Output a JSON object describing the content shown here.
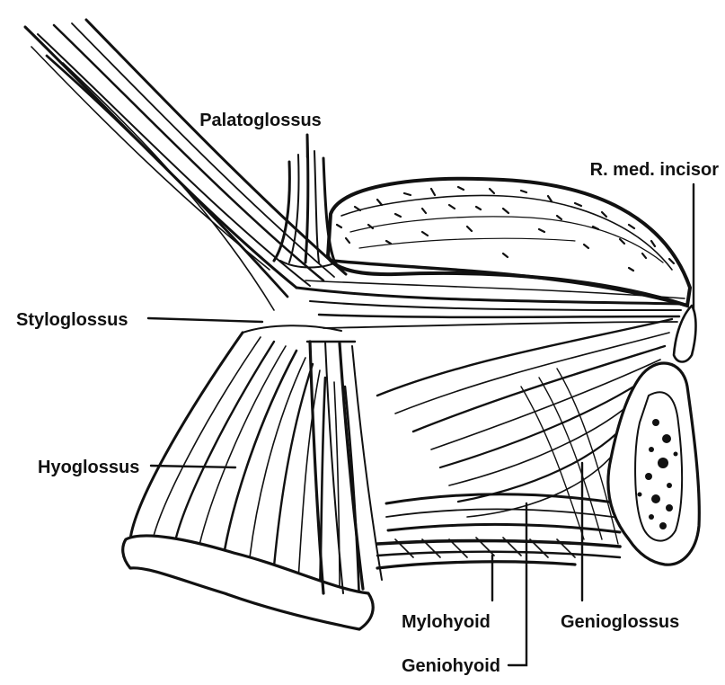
{
  "figure": {
    "labels": {
      "palatoglossus": "Palatoglossus",
      "styloglossus": "Styloglossus",
      "hyoglossus": "Hyoglossus",
      "r_med_incisor": "R. med. incisor",
      "mylohyoid": "Mylohyoid",
      "geniohyoid": "Geniohyoid",
      "genioglossus": "Genioglossus"
    },
    "colors": {
      "ink": "#111111",
      "paper": "#ffffff"
    }
  }
}
